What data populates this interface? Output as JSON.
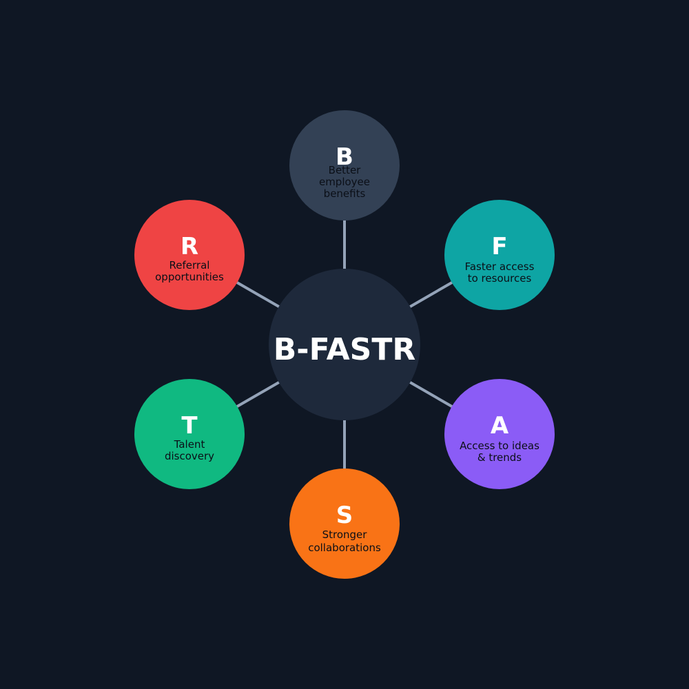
{
  "diagram": {
    "center": {
      "label": "B-FASTR",
      "fill": "#1e293b"
    },
    "connector_color": "#94a3b8",
    "nodes": [
      {
        "id": "b",
        "letter": "B",
        "lines": [
          "Better",
          "employee",
          "benefits"
        ],
        "fill": "#334155"
      },
      {
        "id": "f",
        "letter": "F",
        "lines": [
          "Faster access",
          "to resources"
        ],
        "fill": "#0ea5a4"
      },
      {
        "id": "a",
        "letter": "A",
        "lines": [
          "Access to ideas",
          "& trends"
        ],
        "fill": "#8b5cf6"
      },
      {
        "id": "s",
        "letter": "S",
        "lines": [
          "Stronger",
          "collaborations"
        ],
        "fill": "#f97316"
      },
      {
        "id": "t",
        "letter": "T",
        "lines": [
          "Talent",
          "discovery"
        ],
        "fill": "#10b981"
      },
      {
        "id": "r",
        "letter": "R",
        "lines": [
          "Referral",
          "opportunities"
        ],
        "fill": "#ef4444"
      }
    ]
  }
}
